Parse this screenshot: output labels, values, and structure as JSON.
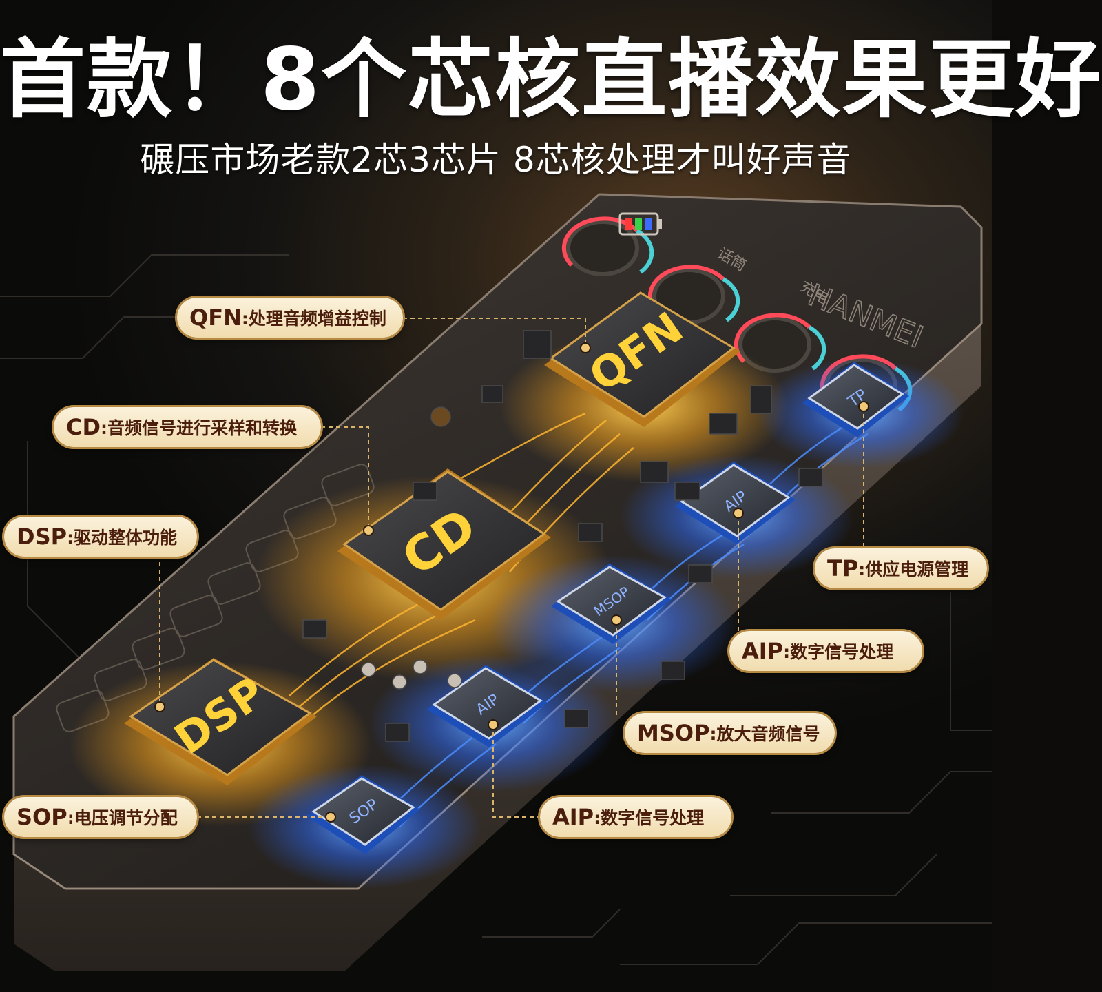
{
  "headline": "首款！8个芯核直播效果更好",
  "subline": "碾压市场老款2芯3芯片 8芯核处理才叫好声音",
  "colors": {
    "gold": "#f4a21c",
    "blue": "#2f7bff",
    "callout_bg": "#f6e7c4",
    "callout_text": "#4a1d0c",
    "callout_border": "#b78a43"
  },
  "callouts": [
    {
      "code": "QFN",
      "desc": ":处理音频增益控制"
    },
    {
      "code": "CD",
      "desc": ":音频信号进行采样和转换"
    },
    {
      "code": "DSP",
      "desc": ":驱动整体功能"
    },
    {
      "code": "SOP",
      "desc": ":电压调节分配"
    },
    {
      "code": "TP",
      "desc": ":供应电源管理"
    },
    {
      "code": "AIP",
      "desc": ":数字信号处理"
    },
    {
      "code": "MSOP",
      "desc": ":放大音频信号"
    },
    {
      "code": "AIP",
      "desc": ":数字信号处理"
    }
  ],
  "chips": {
    "qfn": "QFN",
    "cd": "CD",
    "dsp": "DSP",
    "sop": "SOP",
    "tp": "TP",
    "aip_upper": "AIP",
    "msop": "MSOP",
    "aip_lower": "AIP"
  },
  "device_labels": {
    "mic": "话筒",
    "charge": "充电",
    "brand": "HANMEI"
  }
}
